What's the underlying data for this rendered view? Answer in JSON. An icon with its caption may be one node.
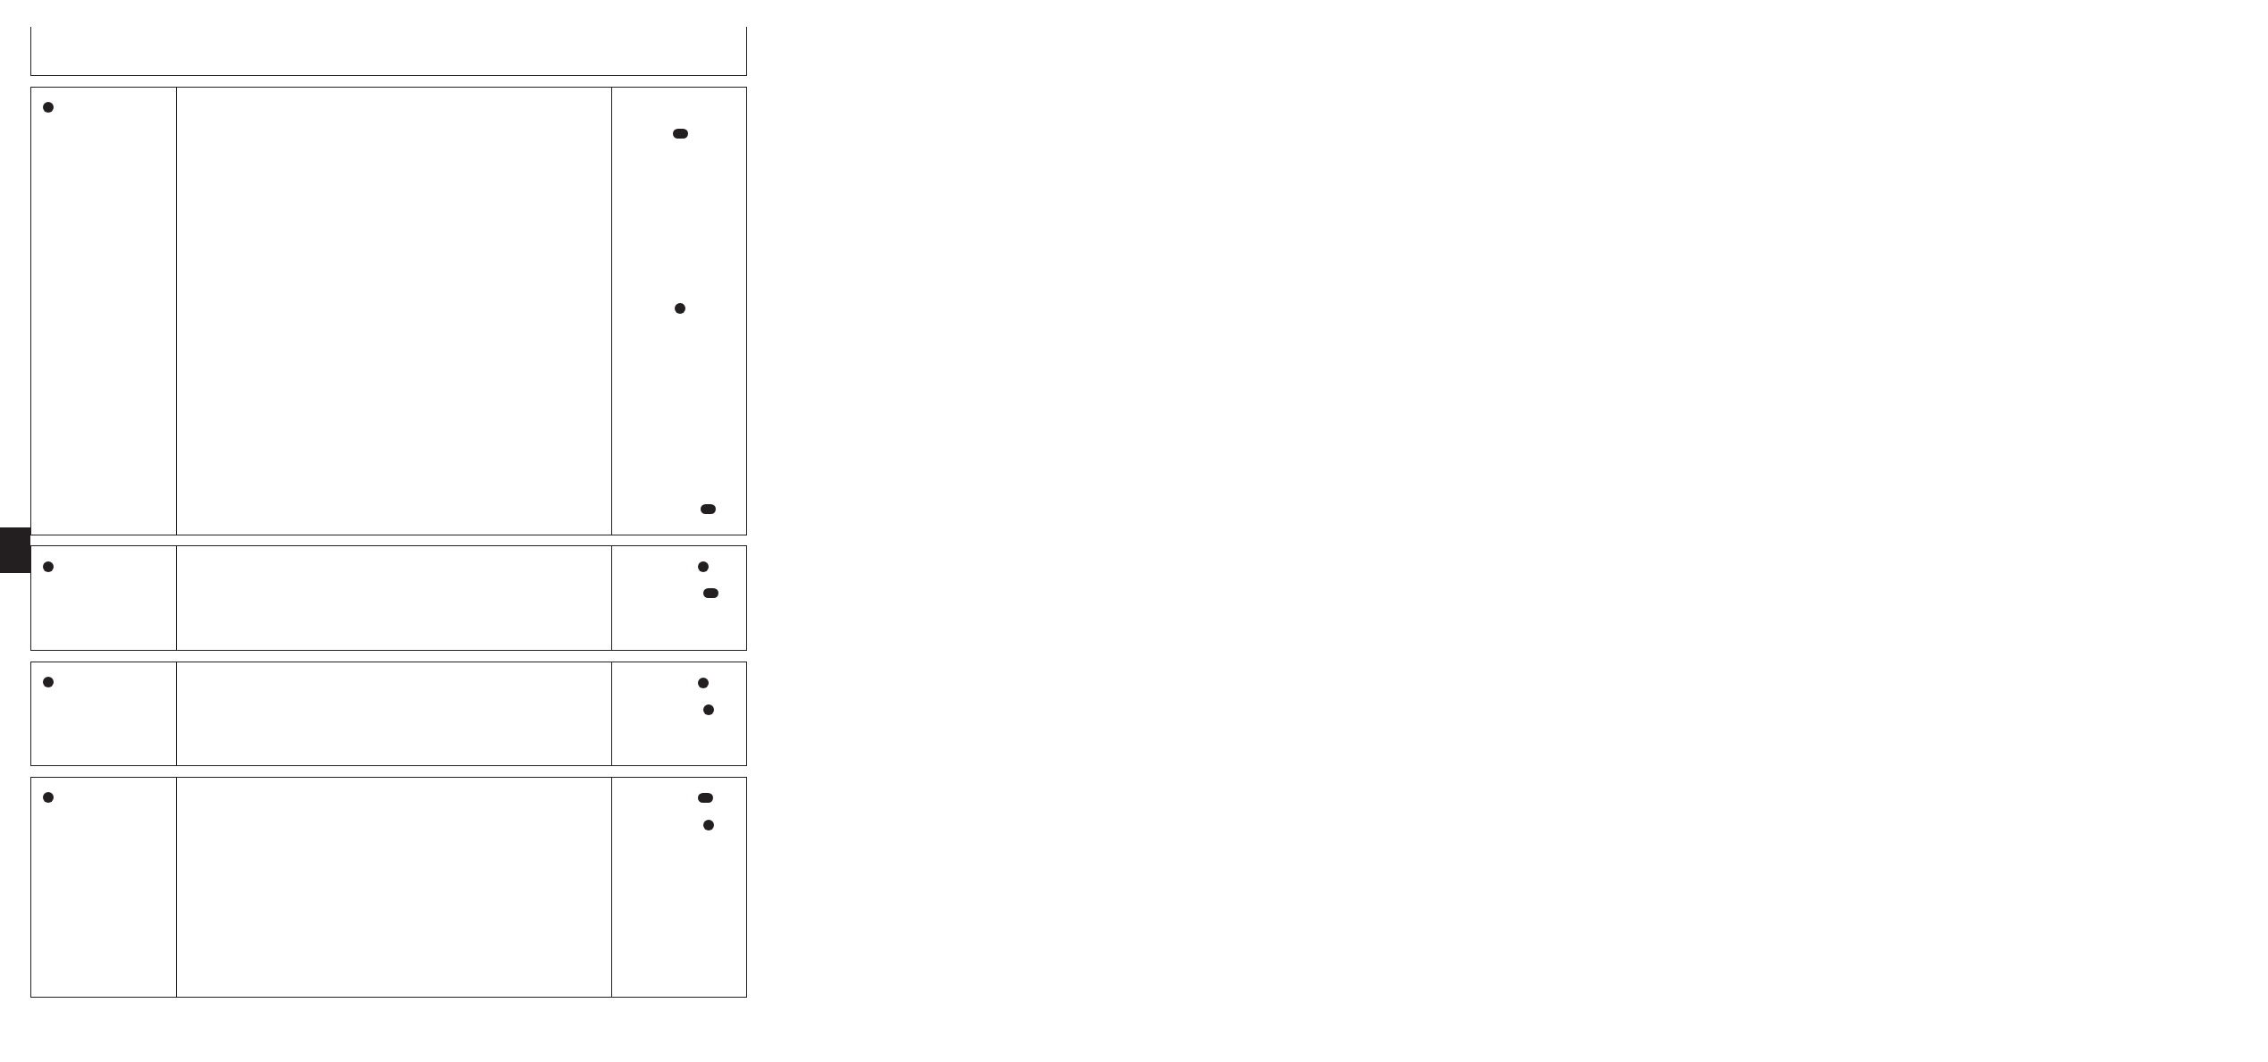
{
  "diagram": {
    "nodes": [
      {
        "text": [],
        "shape": "box"
      },
      {
        "text": [],
        "shape": "box"
      },
      {
        "text": [],
        "shape": "box"
      },
      {
        "text": [],
        "shape": "box"
      },
      {
        "text": [],
        "shape": "box"
      }
    ]
  }
}
